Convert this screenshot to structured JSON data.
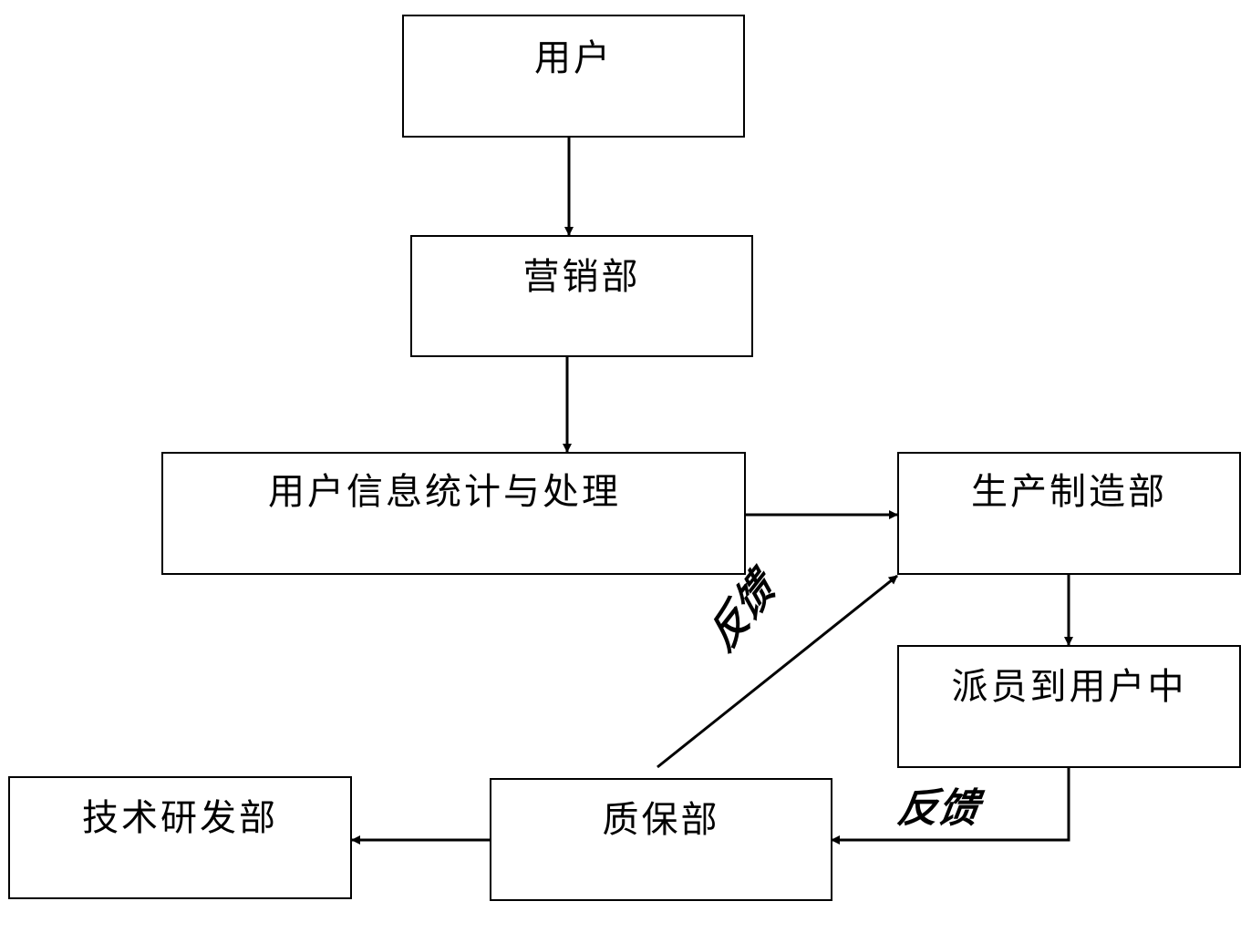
{
  "nodes": {
    "user": "用户",
    "marketing": "营销部",
    "info_processing": "用户信息统计与处理",
    "manufacturing": "生产制造部",
    "dispatch": "派员到用户中",
    "quality": "质保部",
    "rnd": "技术研发部"
  },
  "edges": [
    {
      "from": "user",
      "to": "marketing",
      "label": ""
    },
    {
      "from": "marketing",
      "to": "info_processing",
      "label": ""
    },
    {
      "from": "info_processing",
      "to": "manufacturing",
      "label": ""
    },
    {
      "from": "manufacturing",
      "to": "dispatch",
      "label": ""
    },
    {
      "from": "dispatch",
      "to": "quality",
      "label": "反馈"
    },
    {
      "from": "quality",
      "to": "manufacturing",
      "label": "反馈"
    },
    {
      "from": "quality",
      "to": "rnd",
      "label": ""
    }
  ],
  "edge_labels": {
    "feedback_diagonal": "反馈",
    "feedback_bottom": "反馈"
  },
  "colors": {
    "stroke": "#000000",
    "background": "#ffffff"
  }
}
